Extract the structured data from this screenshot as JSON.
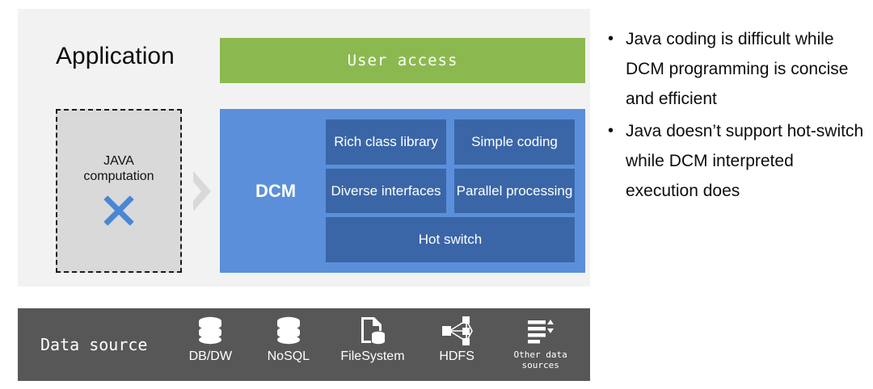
{
  "diagram": {
    "application": {
      "label": "Application",
      "banner_text": "User access",
      "banner_color": "#8cb94f"
    },
    "java_box": {
      "line1": "JAVA",
      "line2": "computation",
      "mark": "cross-mark",
      "fill_color": "#d9d9d9",
      "mark_color": "#4a86d6"
    },
    "flow_arrow": {
      "icon": "chevron-right-icon",
      "color": "#d9d9d9"
    },
    "dcm": {
      "title": "DCM",
      "panel_color": "#5b8fd9",
      "cell_color": "#3a66a8",
      "rows": [
        [
          "Rich class library",
          "Simple coding"
        ],
        [
          "Diverse interfaces",
          "Parallel processing"
        ],
        [
          "Hot switch"
        ]
      ]
    },
    "data_source": {
      "title": "Data source",
      "bar_color": "#575757",
      "items": [
        {
          "label": "DB/DW",
          "icon": "database-icon",
          "mono": false
        },
        {
          "label": "NoSQL",
          "icon": "database-icon",
          "mono": false
        },
        {
          "label": "FileSystem",
          "icon": "file-document-icon",
          "mono": false
        },
        {
          "label": "HDFS",
          "icon": "network-cluster-icon",
          "mono": false
        },
        {
          "label": "Other data sources",
          "icon": "list-sort-icon",
          "mono": true
        }
      ]
    }
  },
  "notes": {
    "bullets": [
      {
        "marker": "•",
        "text": "Java coding is difficult while DCM programming is concise and efficient"
      },
      {
        "marker": "•",
        "text": "Java doesn’t support hot-switch while DCM interpreted execution does"
      }
    ]
  }
}
